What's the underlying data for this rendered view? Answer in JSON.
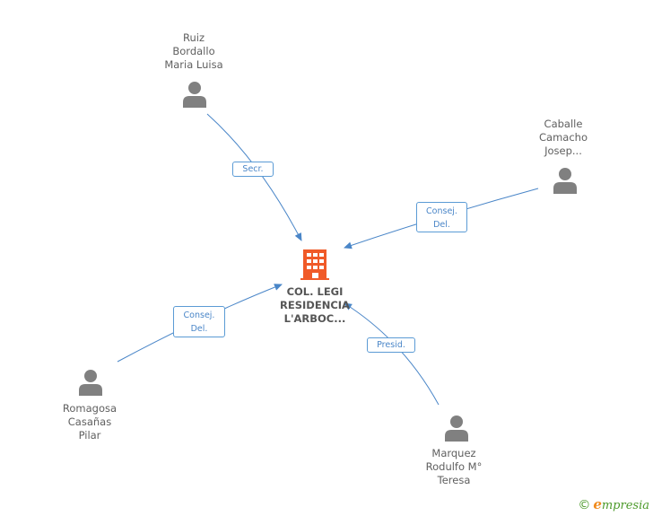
{
  "company": {
    "line1": "COL. LEGI",
    "line2": "RESIDENCIA",
    "line3": "L'ARBOC...",
    "icon": "building-icon",
    "color": "#f05a28"
  },
  "people": [
    {
      "id": "ruiz",
      "lines": [
        "Ruiz",
        "Bordallo",
        "Maria Luisa"
      ],
      "role": "Secr."
    },
    {
      "id": "caballe",
      "lines": [
        "Caballe",
        "Camacho",
        "Josep..."
      ],
      "role_lines": [
        "Consej.",
        "Del."
      ]
    },
    {
      "id": "romagosa",
      "lines": [
        "Romagosa",
        "Casañas",
        "Pilar"
      ],
      "role_lines": [
        "Consej.",
        "Del."
      ]
    },
    {
      "id": "marquez",
      "lines": [
        "Marquez",
        "Rodulfo M°",
        "Teresa"
      ],
      "role": "Presid."
    }
  ],
  "colors": {
    "edge": "#4a86c8",
    "person": "#808080",
    "label_border": "#5b9bd5"
  },
  "footer": {
    "copyright": "©",
    "brand_first": "e",
    "brand_rest": "mpresia"
  }
}
